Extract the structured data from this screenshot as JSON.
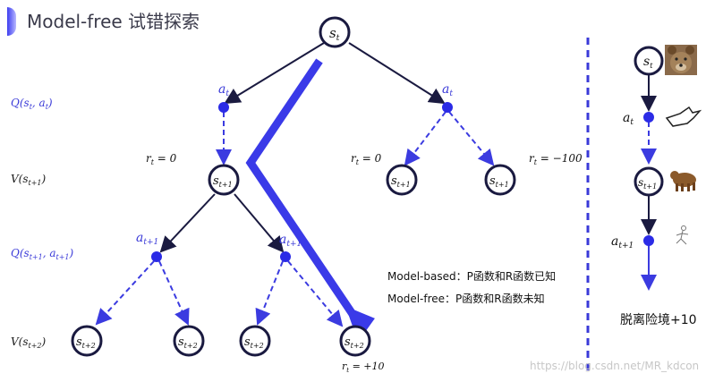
{
  "title": "Model-free 试错探索",
  "nodes": {
    "root": "s_t",
    "s_left": "s_{t+1}",
    "s_mid1": "s_{t+1}",
    "s_mid2": "s_{t+1}",
    "leaf1": "s_{t+2}",
    "leaf2": "s_{t+2}",
    "leaf3": "s_{t+2}",
    "leaf4": "s_{t+2}"
  },
  "action_labels": {
    "a_left": "a_t",
    "a_right": "a_t",
    "a2_left": "a_{t+1}",
    "a2_right": "a_{t+1}"
  },
  "rewards": {
    "r_left": "r_t = 0",
    "r_mid": "r_t = 0",
    "r_right": "r_t = −100",
    "r_bottom": "r_t = +10"
  },
  "row_labels": {
    "q1": "Q(s_t, a_t)",
    "v1": "V(s_{t+1})",
    "q2": "Q(s_{t+1}, a_{t+1})",
    "v2": "V(s_{t+2})"
  },
  "legend": {
    "model_based": "Model-based：P函数和R函数已知",
    "model_free": "Model-free：P函数和R函数未知"
  },
  "sequence": {
    "s1": "s_t",
    "a1": "a_t",
    "s2": "s_{t+1}",
    "a2": "a_{t+1}",
    "escape": "脱离险境+10"
  },
  "watermark": "https://blog.csdn.net/MR_kdcon",
  "colors": {
    "node_border": "#1a1a40",
    "action_dot": "#2b2be6",
    "solid_arrow": "#1a1a40",
    "dashed_arrow": "#3b3be0",
    "big_arrow": "#3a3ae8",
    "row_label": "#3a3ad8"
  }
}
